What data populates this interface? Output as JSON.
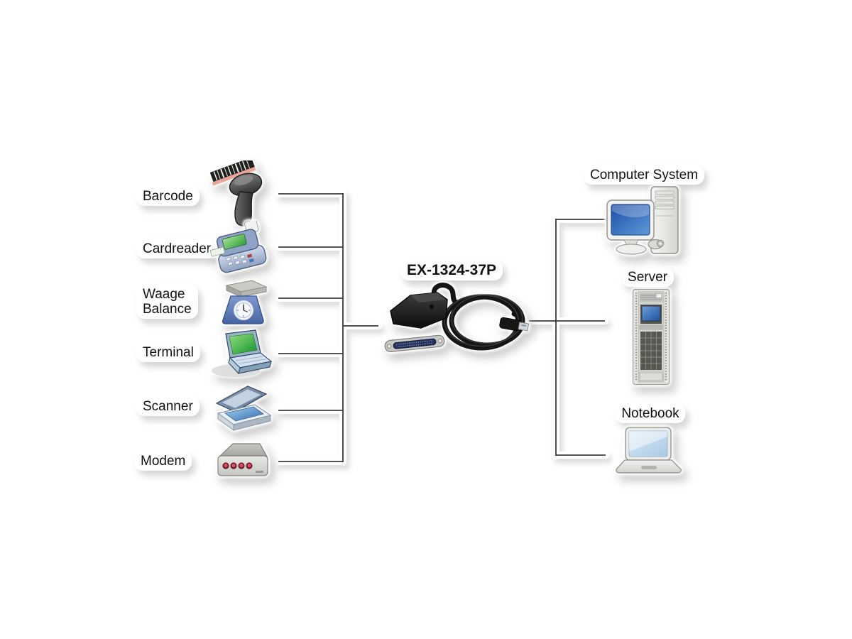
{
  "page": {
    "background": "#ffffff",
    "line_color": "#3c3c3c",
    "text_color": "#111111"
  },
  "adapter": {
    "model": "EX-1324-37P",
    "icon": "usb-parallel-cable-icon"
  },
  "left_devices": [
    {
      "label": "Barcode",
      "icon": "barcode-scanner-icon"
    },
    {
      "label": "Cardreader",
      "icon": "cardreader-icon"
    },
    {
      "label": "Waage\nBalance",
      "icon": "weighing-scale-icon"
    },
    {
      "label": "Terminal",
      "icon": "terminal-icon"
    },
    {
      "label": "Scanner",
      "icon": "flatbed-scanner-icon"
    },
    {
      "label": "Modem",
      "icon": "modem-icon"
    }
  ],
  "right_devices": [
    {
      "label": "Computer System",
      "icon": "desktop-computer-icon"
    },
    {
      "label": "Server",
      "icon": "server-rack-icon"
    },
    {
      "label": "Notebook",
      "icon": "notebook-icon"
    }
  ]
}
